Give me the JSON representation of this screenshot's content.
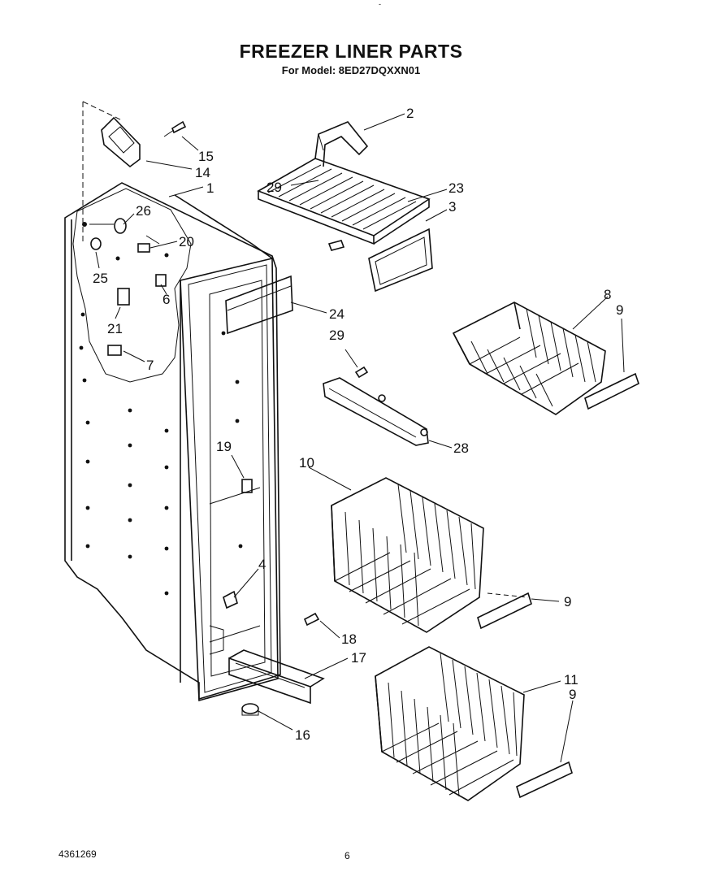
{
  "page": {
    "top_mark": "-",
    "title": "FREEZER LINER PARTS",
    "subtitle": "For Model: 8ED27DQXXN01",
    "doc_number": "4361269",
    "page_number": "6"
  },
  "callouts": [
    {
      "id": "c2",
      "text": "2"
    },
    {
      "id": "c23",
      "text": "23"
    },
    {
      "id": "c3",
      "text": "3"
    },
    {
      "id": "c29a",
      "text": "29"
    },
    {
      "id": "c15",
      "text": "15"
    },
    {
      "id": "c14",
      "text": "14"
    },
    {
      "id": "c1",
      "text": "1"
    },
    {
      "id": "c26",
      "text": "26"
    },
    {
      "id": "c20",
      "text": "20"
    },
    {
      "id": "c25",
      "text": "25"
    },
    {
      "id": "c6",
      "text": "6"
    },
    {
      "id": "c21",
      "text": "21"
    },
    {
      "id": "c7",
      "text": "7"
    },
    {
      "id": "c24",
      "text": "24"
    },
    {
      "id": "c29b",
      "text": "29"
    },
    {
      "id": "c28",
      "text": "28"
    },
    {
      "id": "c8",
      "text": "8"
    },
    {
      "id": "c9a",
      "text": "9"
    },
    {
      "id": "c19",
      "text": "19"
    },
    {
      "id": "c10",
      "text": "10"
    },
    {
      "id": "c4",
      "text": "4"
    },
    {
      "id": "c9b",
      "text": "9"
    },
    {
      "id": "c18",
      "text": "18"
    },
    {
      "id": "c17",
      "text": "17"
    },
    {
      "id": "c16",
      "text": "16"
    },
    {
      "id": "c11",
      "text": "11"
    },
    {
      "id": "c9c",
      "text": "9"
    }
  ]
}
